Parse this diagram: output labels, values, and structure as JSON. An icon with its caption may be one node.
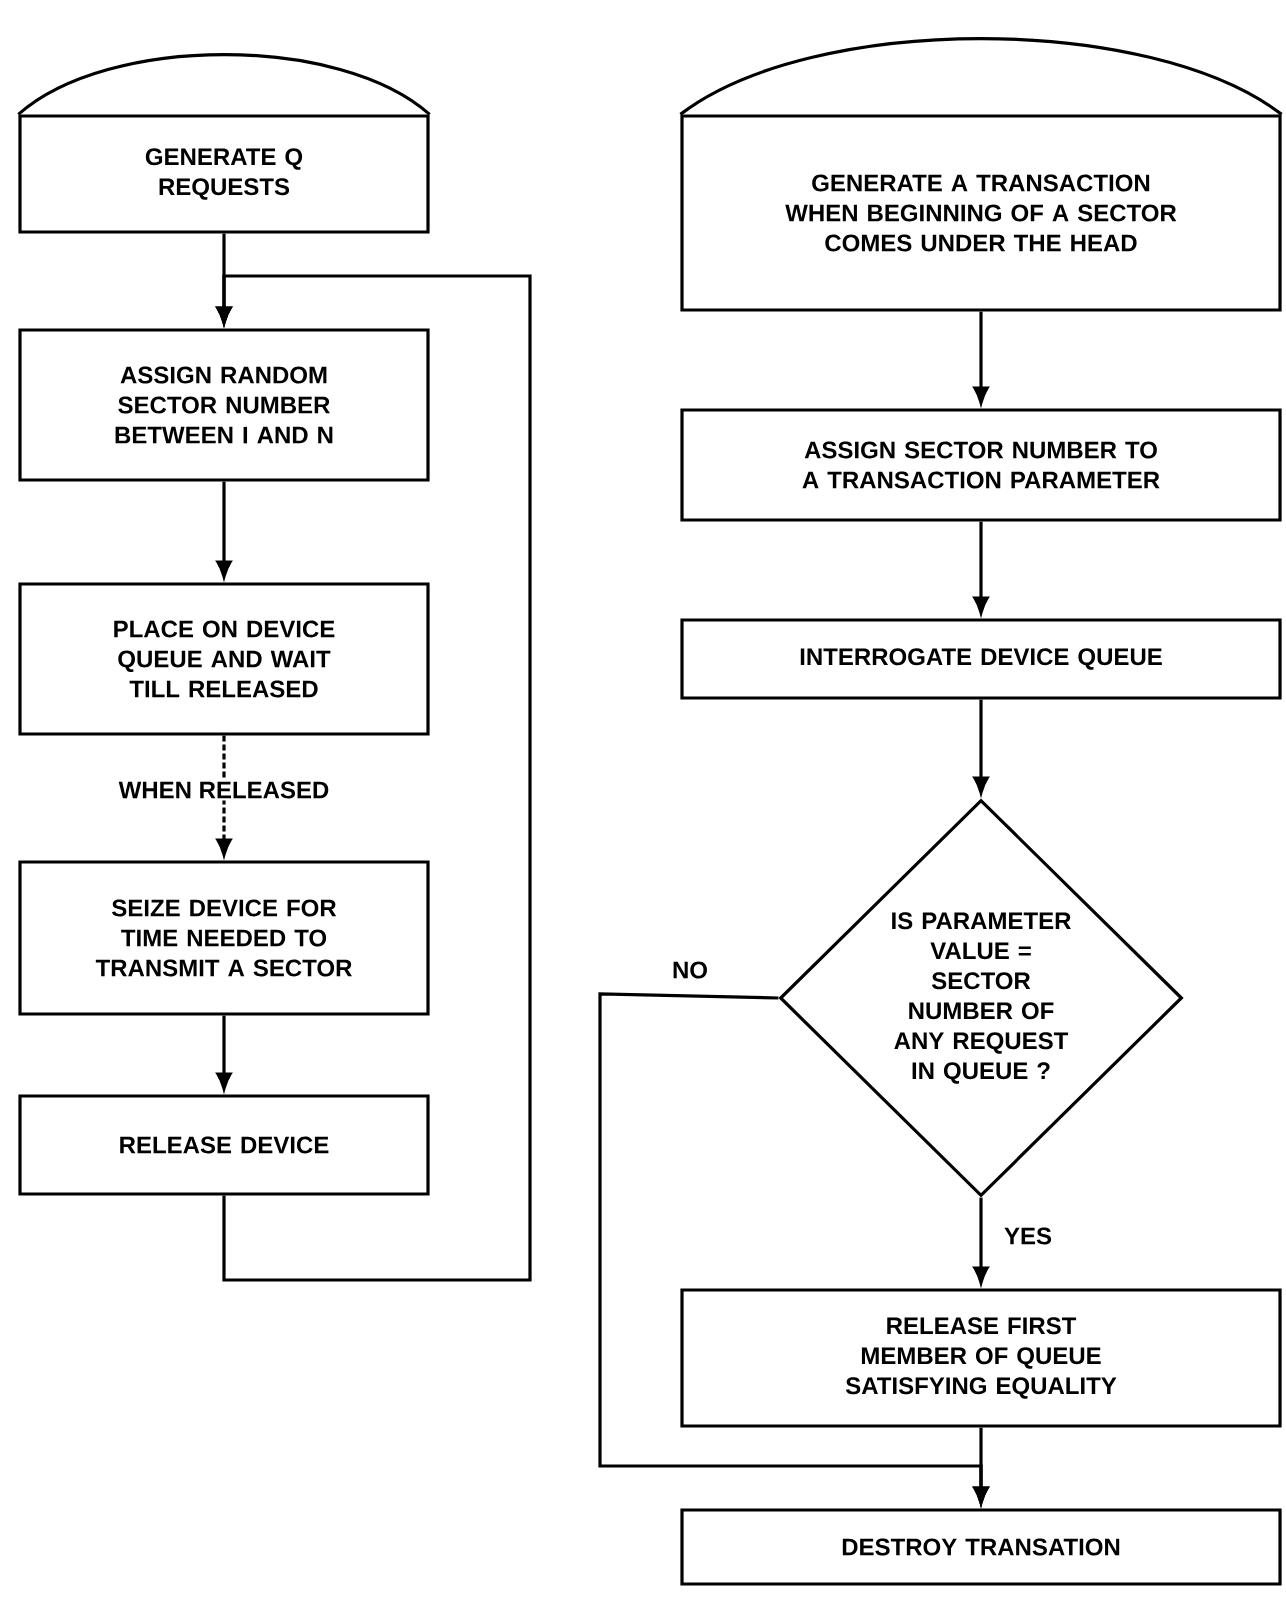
{
  "diagram": {
    "nodes": [
      {
        "text": [
          "GENERATE Q REQUESTS"
        ]
      },
      {
        "text": [
          "ASSIGN RANDOM SECTOR NUMBER BETWEEN I AND N"
        ]
      },
      {
        "text": [
          "PLACE ON DEVICE QUEUE AND WAIT TILL RELEASED"
        ]
      },
      {
        "text": [
          "SEIZE DEVICE FOR TIME NEEDED TO TRANSMIT A SECTOR"
        ]
      },
      {
        "text": [
          "RELEASE DEVICE"
        ]
      },
      {
        "text": [
          "GENERATE A TRANSACTION WHEN BEGINNING OF A SECTOR COMES UNDER THE HEAD"
        ]
      },
      {
        "text": [
          "ASSIGN SECTOR NUMBER TO A TRANSACTION PARAMETER"
        ]
      },
      {
        "text": [
          "INTERROGATE DEVICE QUEUE"
        ]
      },
      {
        "text": [
          "IS PARAMETER VALUE = SECTOR NUMBER OF ANY REQUEST IN QUEUE ?"
        ]
      },
      {
        "text": [
          "RELEASE FIRST MEMBER OF QUEUE SATISFYING EQUALITY"
        ]
      },
      {
        "text": [
          "DESTROY TRANSATION"
        ]
      }
    ],
    "edges": [
      {
        "from": 0,
        "to": 1,
        "arrow": "to"
      },
      {
        "from": 1,
        "to": 2,
        "arrow": "to"
      },
      {
        "from": 2,
        "to": 3,
        "arrow": "to",
        "label": "WHEN RELEASED",
        "style": "dashed"
      },
      {
        "from": 3,
        "to": 4,
        "arrow": "to"
      },
      {
        "from": 4,
        "to": 1,
        "arrow": "to"
      },
      {
        "from": 5,
        "to": 6,
        "arrow": "to"
      },
      {
        "from": 6,
        "to": 7,
        "arrow": "to"
      },
      {
        "from": 7,
        "to": 8,
        "arrow": "to"
      },
      {
        "from": 8,
        "to": 9,
        "arrow": "to",
        "label": "YES"
      },
      {
        "from": 9,
        "to": 10,
        "arrow": "to"
      },
      {
        "from": 8,
        "to": 10,
        "arrow": "to",
        "label": "NO"
      }
    ]
  }
}
